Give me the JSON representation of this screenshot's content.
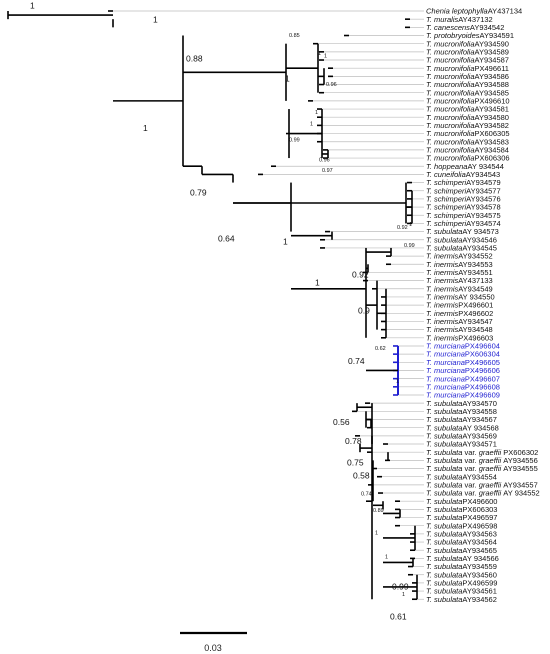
{
  "colors": {
    "branch": "#000000",
    "guide": "#bdbdbd",
    "highlight": "#1f1fd1",
    "text": "#111111"
  },
  "tips": [
    {
      "species": "Chenia leptophylla",
      "acc": "AY437134",
      "color": "#111111"
    },
    {
      "species": "T. muralis",
      "acc": "AY437132",
      "color": "#111111"
    },
    {
      "species": "T. canescens",
      "acc": "AY934542",
      "color": "#111111"
    },
    {
      "species": "T. protobryoides",
      "acc": "AY934591",
      "color": "#111111"
    },
    {
      "species": "T. mucronifolia",
      "acc": "AY934590",
      "color": "#111111"
    },
    {
      "species": "T. mucronifolia",
      "acc": "AY934589",
      "color": "#111111"
    },
    {
      "species": "T. mucronifolia",
      "acc": "AY934587",
      "color": "#111111"
    },
    {
      "species": "T. mucronifolia",
      "acc": "PX496611",
      "color": "#111111"
    },
    {
      "species": "T. mucronifolia",
      "acc": "AY934586",
      "color": "#111111"
    },
    {
      "species": "T. mucronifolia",
      "acc": "AY934588",
      "color": "#111111"
    },
    {
      "species": "T. mucronifolia",
      "acc": "AY934585",
      "color": "#111111"
    },
    {
      "species": "T. mucronifolia",
      "acc": "PX496610",
      "color": "#111111"
    },
    {
      "species": "T. mucronifolia",
      "acc": "AY934581",
      "color": "#111111"
    },
    {
      "species": "T. mucronifolia",
      "acc": "AY934580",
      "color": "#111111"
    },
    {
      "species": "T. mucronifolia",
      "acc": "AY934582",
      "color": "#111111"
    },
    {
      "species": "T. mucronifolia",
      "acc": "PX606305",
      "color": "#111111"
    },
    {
      "species": "T. mucronifolia",
      "acc": "AY934583",
      "color": "#111111"
    },
    {
      "species": "T. mucronifolia",
      "acc": "AY934584",
      "color": "#111111"
    },
    {
      "species": "T. mucronifolia",
      "acc": "PX606306",
      "color": "#111111"
    },
    {
      "species": "T. hoppeana",
      "acc": "AY 934544",
      "color": "#111111"
    },
    {
      "species": "T. cuneifolia",
      "acc": "AY934543",
      "color": "#111111"
    },
    {
      "species": "T. schimperi",
      "acc": "AY934579",
      "color": "#111111"
    },
    {
      "species": "T. schimperi",
      "acc": "AY934577",
      "color": "#111111"
    },
    {
      "species": "T. schimperi",
      "acc": "AY934576",
      "color": "#111111"
    },
    {
      "species": "T. schimperi",
      "acc": "AY934578",
      "color": "#111111"
    },
    {
      "species": "T. schimperi",
      "acc": "AY934575",
      "color": "#111111"
    },
    {
      "species": "T. schimperi",
      "acc": "AY934574",
      "color": "#111111"
    },
    {
      "species": "T. subulata",
      "acc": "AY 934573",
      "color": "#111111"
    },
    {
      "species": "T. subulata",
      "acc": "AY934546",
      "color": "#111111"
    },
    {
      "species": "T. subulata",
      "acc": "AY934545",
      "color": "#111111"
    },
    {
      "species": "T. inermis",
      "acc": "AY934552",
      "color": "#111111"
    },
    {
      "species": "T. inermis",
      "acc": "AY934553",
      "color": "#111111"
    },
    {
      "species": "T. inermis",
      "acc": "AY934551",
      "color": "#111111"
    },
    {
      "species": "T. inermis",
      "acc": "AY437133",
      "color": "#111111"
    },
    {
      "species": "T. inermis",
      "acc": "AY934549",
      "color": "#111111"
    },
    {
      "species": "T. inermis",
      "acc": "AY 934550",
      "color": "#111111"
    },
    {
      "species": "T. inermis",
      "acc": "PX496601",
      "color": "#111111"
    },
    {
      "species": "T. inermis",
      "acc": "PX496602",
      "color": "#111111"
    },
    {
      "species": "T. inermis",
      "acc": "AY934547",
      "color": "#111111"
    },
    {
      "species": "T. inermis",
      "acc": "AY934548",
      "color": "#111111"
    },
    {
      "species": "T. inermis",
      "acc": "PX496603",
      "color": "#111111"
    },
    {
      "species": "T. murciana",
      "acc": "PX496604",
      "color": "#1f1fd1"
    },
    {
      "species": "T. murciana",
      "acc": "PX606304",
      "color": "#1f1fd1"
    },
    {
      "species": "T. murciana",
      "acc": "PX496605",
      "color": "#1f1fd1"
    },
    {
      "species": "T. murciana",
      "acc": "PX496606",
      "color": "#1f1fd1"
    },
    {
      "species": "T. murciana",
      "acc": "PX496607",
      "color": "#1f1fd1"
    },
    {
      "species": "T. murciana",
      "acc": "PX496608",
      "color": "#1f1fd1"
    },
    {
      "species": "T. murciana",
      "acc": "PX496609",
      "color": "#1f1fd1"
    },
    {
      "species": "T. subulata",
      "acc": "AY934570",
      "color": "#111111"
    },
    {
      "species": "T. subulata",
      "acc": "AY934558",
      "color": "#111111"
    },
    {
      "species": "T. subulata",
      "acc": "AY934567",
      "color": "#111111"
    },
    {
      "species": "T. subulata",
      "acc": "AY 934568",
      "color": "#111111"
    },
    {
      "species": "T. subulata",
      "acc": "AY934569",
      "color": "#111111"
    },
    {
      "species": "T. subulata",
      "acc": "AY934571",
      "color": "#111111"
    },
    {
      "species": "T. subulata",
      "var": "var. graeffii",
      "acc": "PX606302",
      "color": "#111111"
    },
    {
      "species": "T. subulata",
      "var": "var. graeffii",
      "acc": "AY934556",
      "color": "#111111"
    },
    {
      "species": "T. subulata",
      "var": "var. graeffii",
      "acc": "AY934555",
      "color": "#111111"
    },
    {
      "species": "T. subulata",
      "acc": "AY934554",
      "color": "#111111"
    },
    {
      "species": "T. subulata",
      "var": "var. graeffii",
      "acc": "AY934557",
      "color": "#111111"
    },
    {
      "species": "T. subulata",
      "var": "var. graeffii",
      "acc": "AY 934552",
      "color": "#111111"
    },
    {
      "species": "T. subulata",
      "acc": "PX496600",
      "color": "#111111"
    },
    {
      "species": "T. subulata",
      "acc": "PX606303",
      "color": "#111111"
    },
    {
      "species": "T. subulata",
      "acc": "PX496597",
      "color": "#111111"
    },
    {
      "species": "T. subulata",
      "acc": "PX496598",
      "color": "#111111"
    },
    {
      "species": "T. subulata",
      "acc": "AY934563",
      "color": "#111111"
    },
    {
      "species": "T. subulata",
      "acc": "AY934564",
      "color": "#111111"
    },
    {
      "species": "T. subulata",
      "acc": "AY934565",
      "color": "#111111"
    },
    {
      "species": "T. subulata",
      "acc": "AY 934566",
      "color": "#111111"
    },
    {
      "species": "T. subulata",
      "acc": "AY934559",
      "color": "#111111"
    },
    {
      "species": "T. subulata",
      "acc": "AY934560",
      "color": "#111111"
    },
    {
      "species": "T. subulata",
      "acc": "PX496599",
      "color": "#111111"
    },
    {
      "species": "T. subulata",
      "acc": "AY934561",
      "color": "#111111"
    },
    {
      "species": "T. subulata",
      "acc": "AY934562",
      "color": "#111111"
    }
  ],
  "supports": [
    "1",
    "1",
    "0.88",
    "1",
    "0.85",
    "1",
    "1",
    "0.96",
    "1",
    "0.99",
    "1",
    "0.96",
    "0.97",
    "1",
    "0.79",
    "0.64",
    "1",
    "0.92",
    "1",
    "0.99",
    "1",
    "0.92",
    "0.9",
    "0.62",
    "0.74",
    "1",
    "0.56",
    "0.78",
    "0.75",
    "0.58",
    "0.74",
    "0.89",
    "1",
    "1",
    "0.99",
    "1",
    "0.61"
  ],
  "scale_bar": {
    "label": "0.03"
  }
}
